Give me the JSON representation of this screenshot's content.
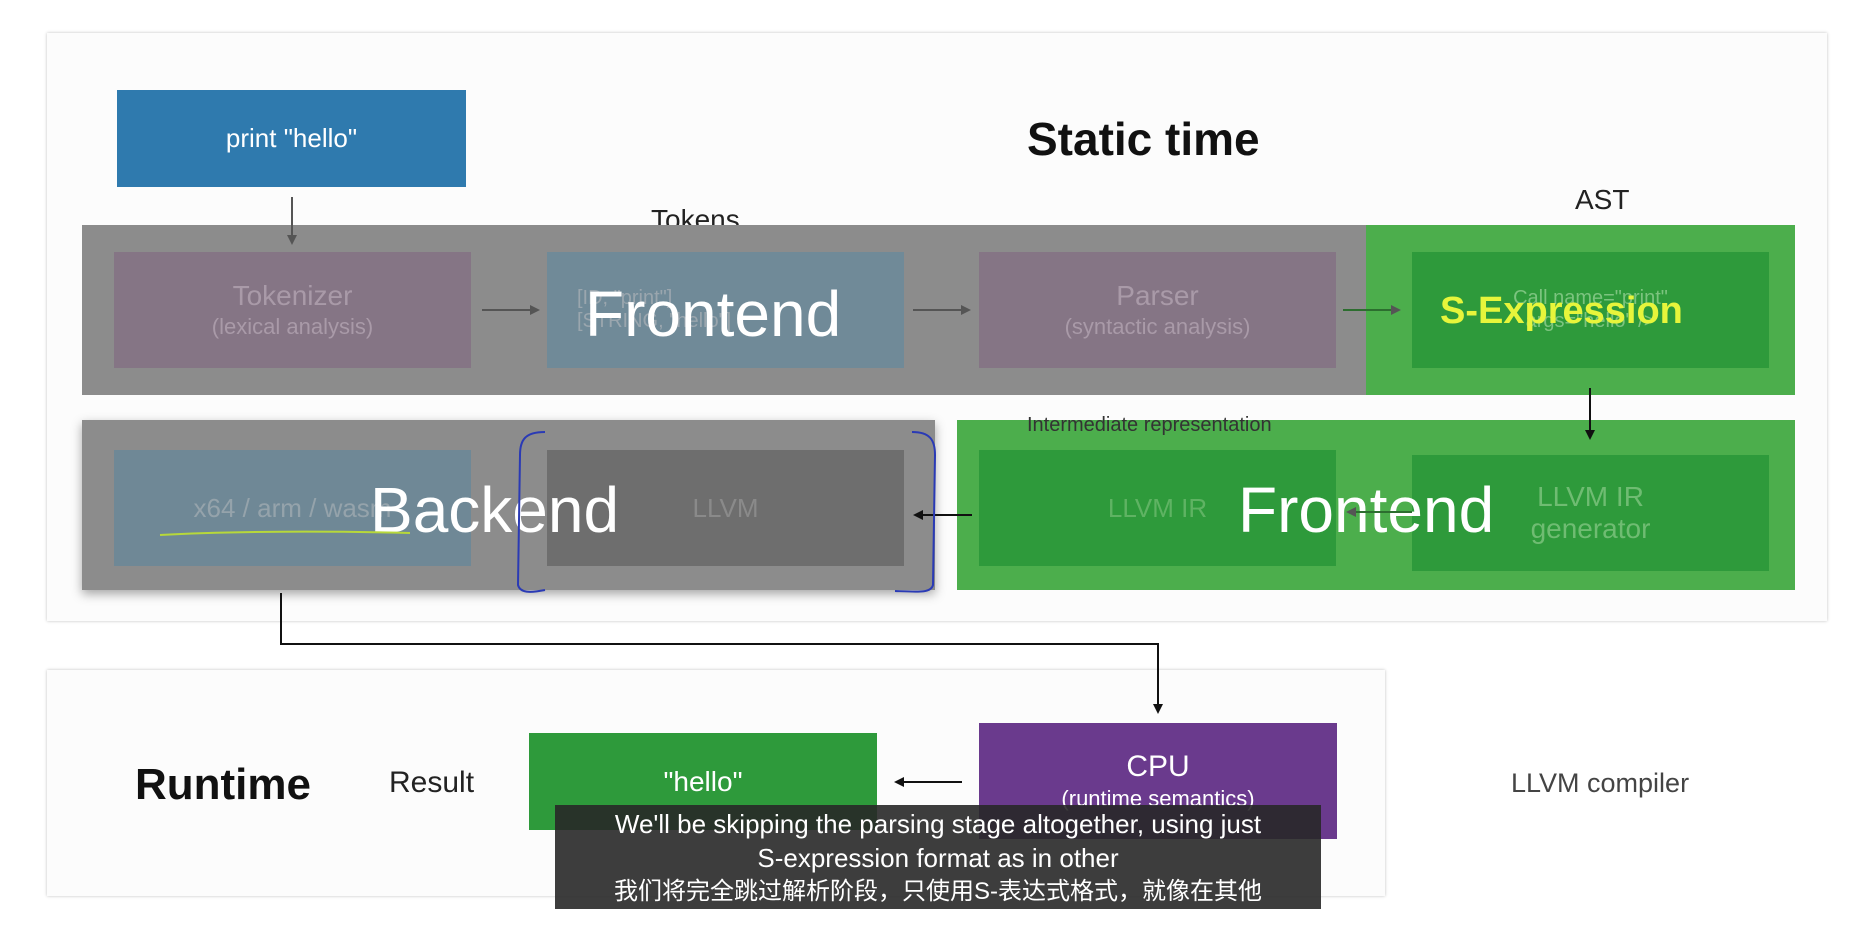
{
  "colors": {
    "source_blue": "#2f7aae",
    "overlay_gray": "#8c8c8c",
    "overlay_green": "#4cae4c",
    "box_green": "#2e9a3b",
    "cpu_purple": "#6a3a8d",
    "sexpr_yellow": "#e7f53b"
  },
  "source": {
    "code": "print \"hello\""
  },
  "static": {
    "title": "Static time"
  },
  "labels": {
    "tokens": "Tokens",
    "ast": "AST",
    "ir": "Intermediate representation"
  },
  "stages": {
    "tokenizer": {
      "title": "Tokenizer",
      "subtitle": "(lexical analysis)"
    },
    "tokens_box": {
      "line1": "[ID, \"print\"]",
      "line2": "[STRING, \"hello\"]"
    },
    "parser": {
      "title": "Parser",
      "subtitle": "(syntactic analysis)"
    },
    "ast_box": {
      "line1": "Call name=\"print\"",
      "line2": "args=\"hello\" />"
    },
    "backend_target": {
      "text": "x64 / arm / wasm"
    },
    "llvm": {
      "text": "LLVM"
    },
    "llvm_ir": {
      "text": "LLVM IR"
    },
    "ir_generator": {
      "line1": "LLVM IR",
      "line2": "generator"
    }
  },
  "overlays": {
    "frontend_top": "Frontend",
    "s_expression": "S-Expression",
    "backend": "Backend",
    "frontend_bottom": "Frontend"
  },
  "runtime": {
    "title": "Runtime",
    "result_label": "Result",
    "result_value": "\"hello\"",
    "cpu_title": "CPU",
    "cpu_subtitle": "(runtime semantics)"
  },
  "compiler_label": "LLVM compiler",
  "subtitle": {
    "line1": "We'll be skipping the parsing stage altogether, using just",
    "line2": "S-expression format as in other",
    "line3": "我们将完全跳过解析阶段，只使用S-表达式格式，就像在其他"
  }
}
